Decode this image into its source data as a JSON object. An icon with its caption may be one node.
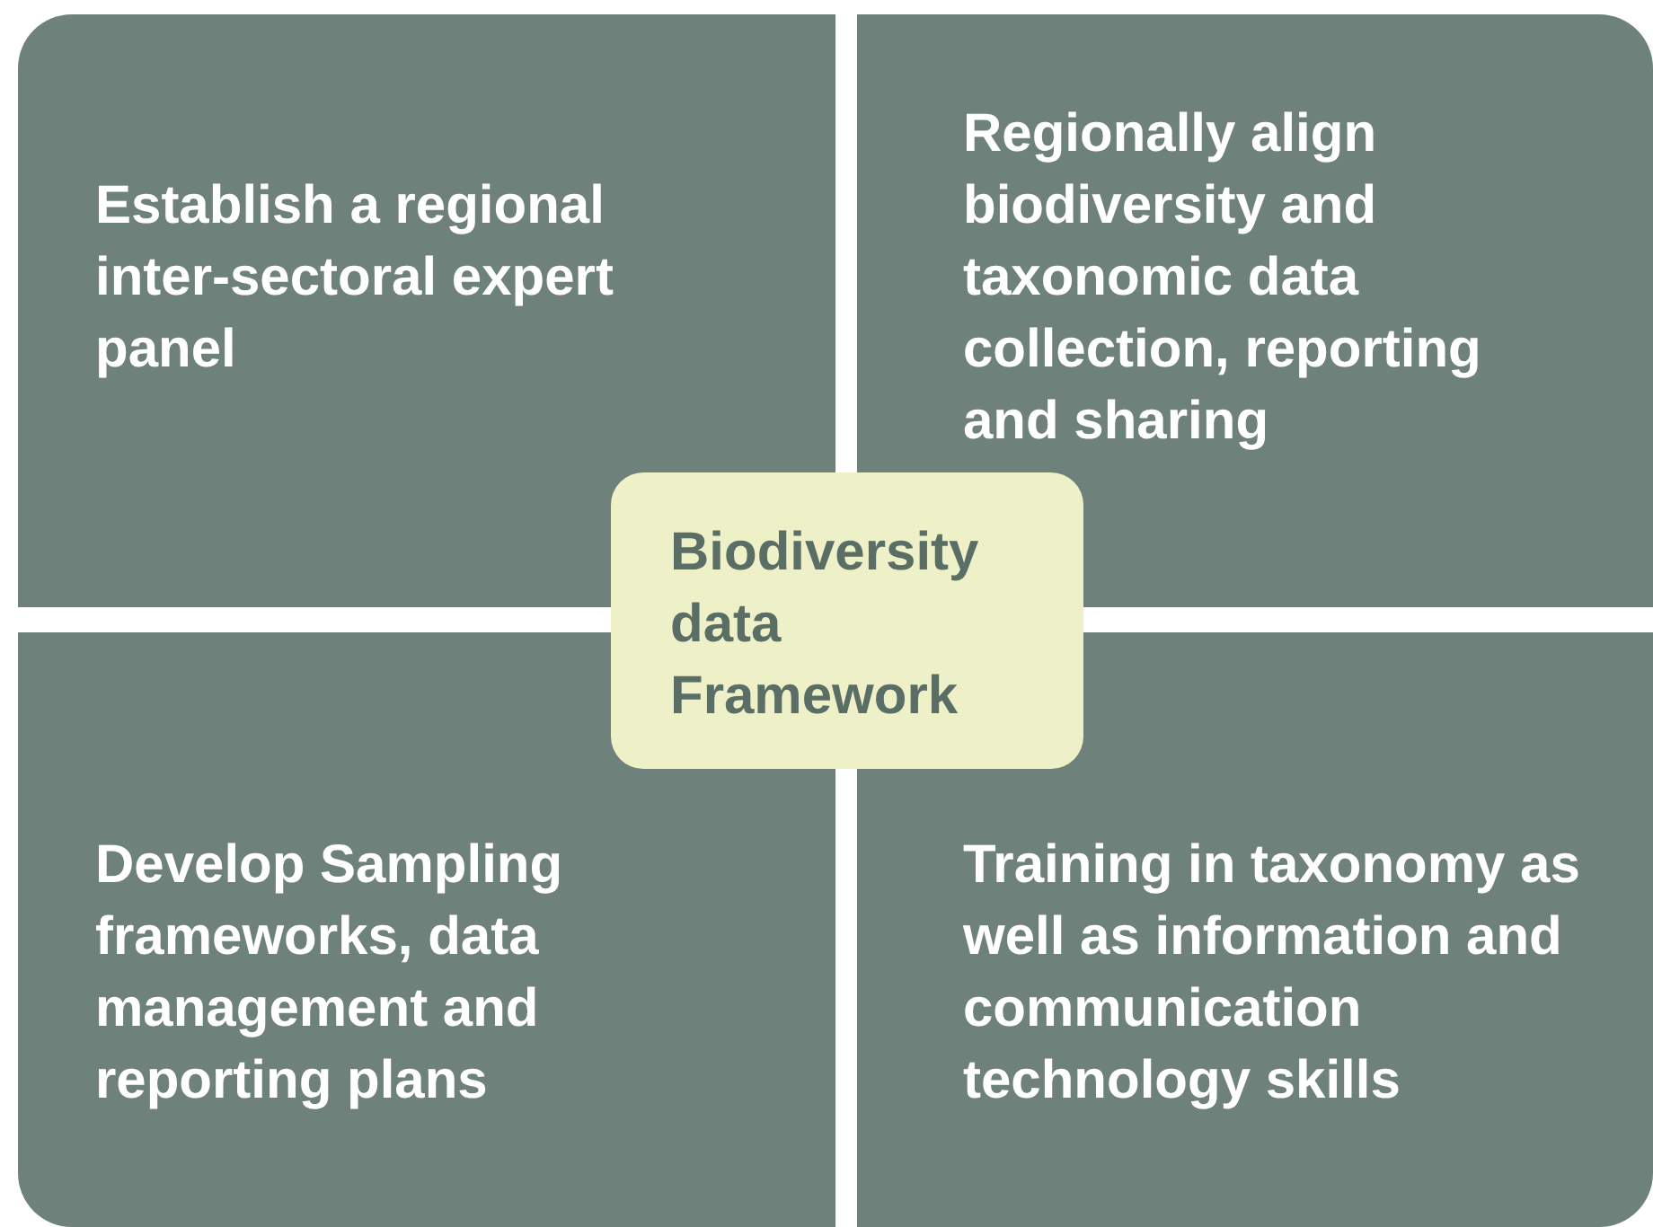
{
  "diagram": {
    "nodes": [
      {
        "text": [
          "Establish a regional inter-sectoral expert panel"
        ]
      },
      {
        "text": [
          "Regionally align biodiversity and taxonomic data collection, reporting and sharing"
        ]
      },
      {
        "text": [
          "Biodiversity data Framework"
        ]
      },
      {
        "text": [
          "Develop Sampling frameworks, data management and reporting plans"
        ]
      },
      {
        "text": [
          "Training in taxonomy as well as information and communication technology skills"
        ]
      }
    ],
    "edges": []
  }
}
